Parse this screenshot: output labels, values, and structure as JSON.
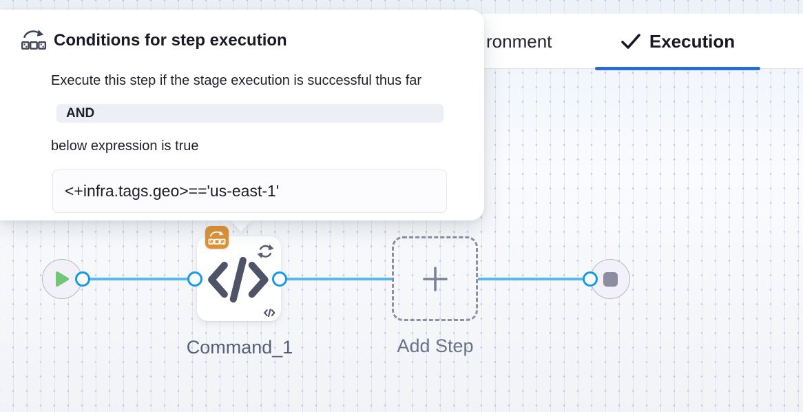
{
  "popover": {
    "icon": "conditional-execution-icon",
    "title": "Conditions for step execution",
    "description": "Execute this step if the stage execution is successful thus far",
    "operator": "AND",
    "condition_intro": "below expression is true",
    "expression": "<+infra.tags.geo>=='us-east-1'"
  },
  "tabs": {
    "items": [
      {
        "label": "ronment",
        "note": "partially visible Environment tab",
        "active": false
      },
      {
        "label": "Execution",
        "icon": "check-icon",
        "active": true
      }
    ],
    "active_underline_color": "#2a6cd4"
  },
  "pipeline": {
    "start_node_icon": "play-icon",
    "end_node_icon": "stop-icon",
    "step_label": "Command_1",
    "step_icons": [
      "code-icon",
      "loop-icon",
      "code-icon-small",
      "conditional-execution-badge"
    ],
    "add_step_label": "Add Step",
    "add_step_icon": "plus-icon",
    "colors": {
      "connector_blue": "#56b7f4",
      "port_blue": "#169ae7",
      "badge_orange": "#de9434",
      "node_fill": "#f2f0f8",
      "play_green": "#73c673",
      "stop_gray": "#8d8da1"
    }
  }
}
